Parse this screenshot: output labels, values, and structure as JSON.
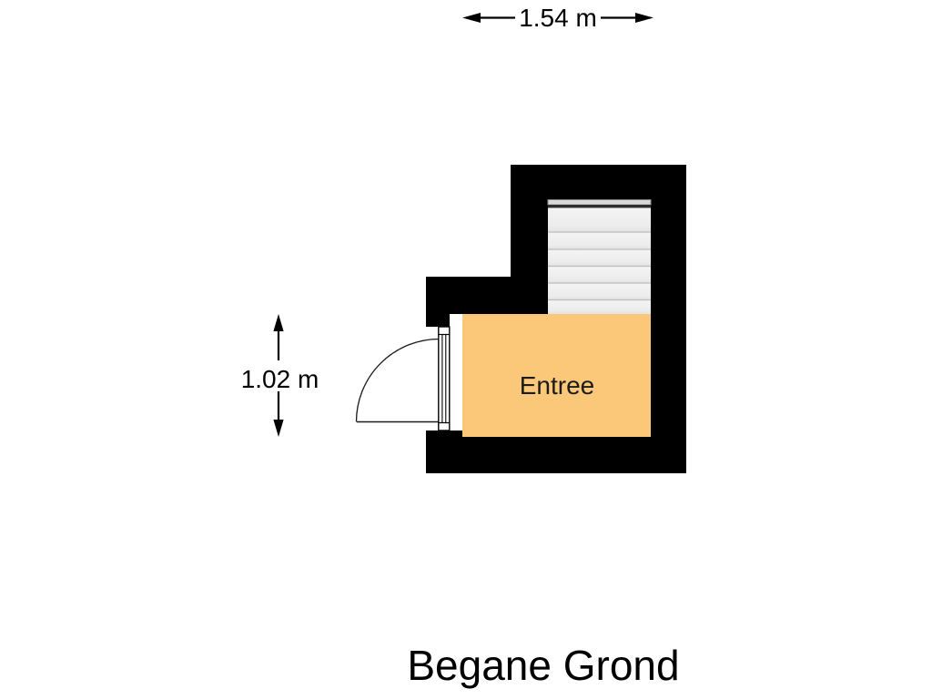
{
  "title": "Begane Grond",
  "room": {
    "label": "Entree"
  },
  "dimensions": {
    "width_label": "1.54 m",
    "height_label": "1.02 m"
  },
  "stairs": {
    "step_count": 6
  },
  "colors": {
    "wall": "#000000",
    "room_fill": "#fac878",
    "stair_tread_light": "#f3f3f3",
    "stair_tread_dark": "#e3e3e3",
    "stair_top_strip": "#d9d9d9",
    "stair_dark_edge": "#2e2e2e",
    "line": "#000000"
  }
}
